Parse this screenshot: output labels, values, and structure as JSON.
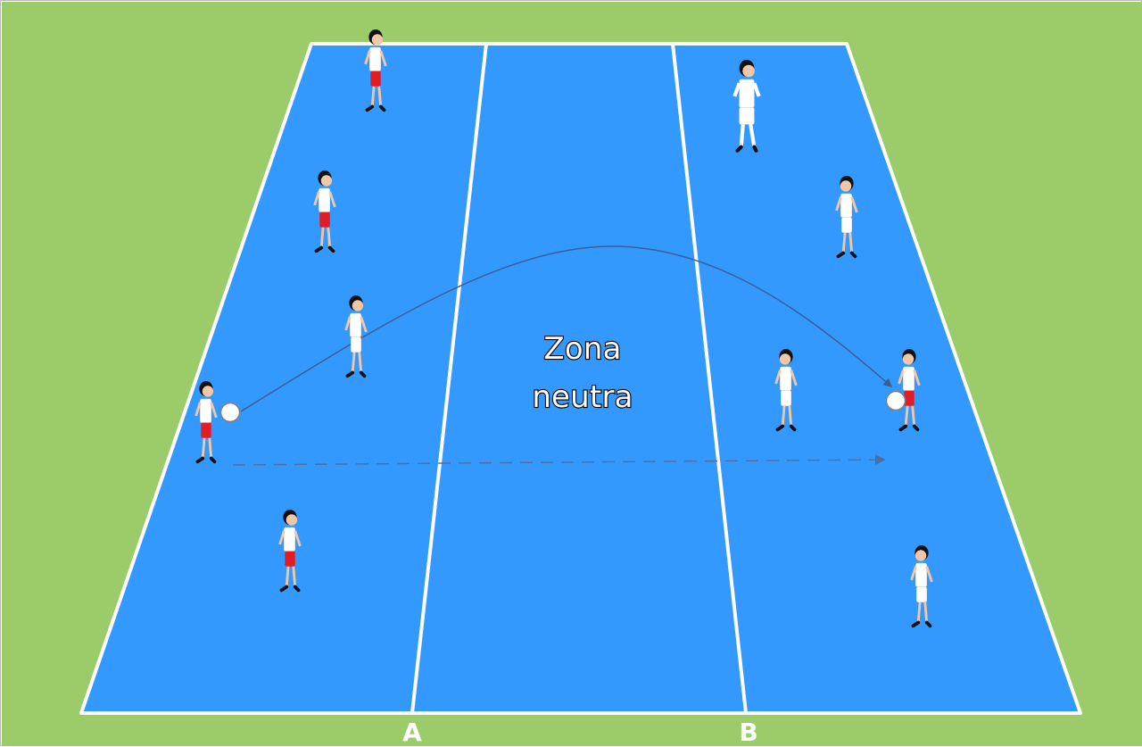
{
  "diagram": {
    "zone_label": "Zona\nneutra",
    "line_labels": [
      "A",
      "B"
    ],
    "colors": {
      "grass": "#9ccc6a",
      "field": "#3399ff",
      "lines": "#ffffff",
      "arrow": "#3b5f91",
      "team_red_shorts": "#e31b23",
      "team_white_shorts": "#ffffff",
      "hair": "#111111",
      "skin": "#f2c7a5"
    },
    "players": [
      {
        "team": "red"
      },
      {
        "team": "red"
      },
      {
        "team": "white"
      },
      {
        "team": "red"
      },
      {
        "team": "red"
      },
      {
        "team": "white"
      },
      {
        "team": "white"
      },
      {
        "team": "white"
      },
      {
        "team": "red"
      },
      {
        "team": "white"
      }
    ]
  }
}
